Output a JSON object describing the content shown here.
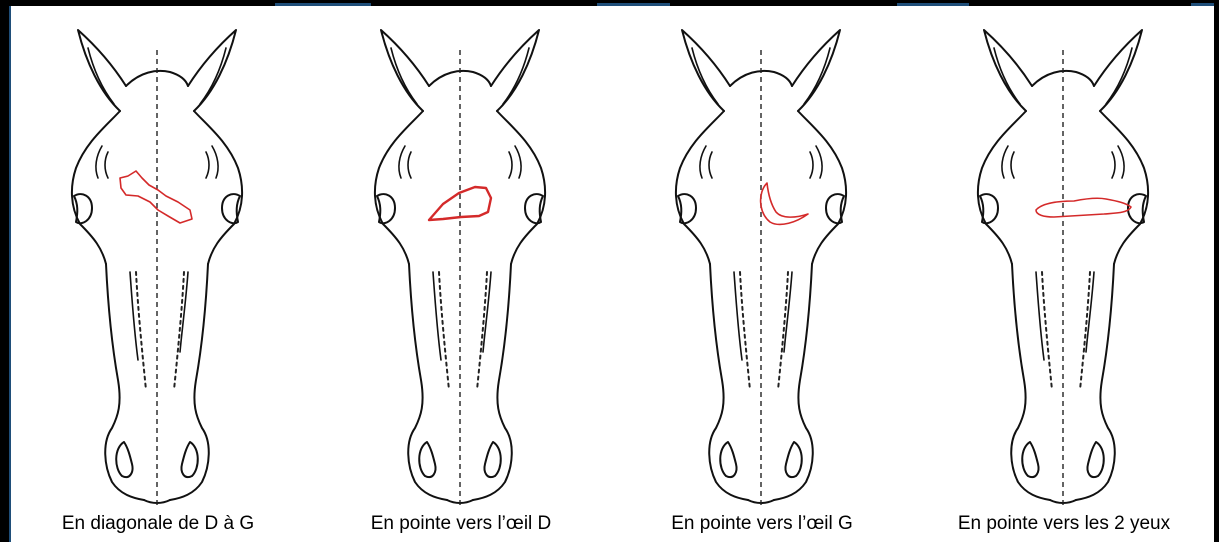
{
  "colors": {
    "outline": "#111111",
    "marking": "#d42a2a",
    "border": "#000000",
    "accent": "#1f4e79"
  },
  "panels": [
    {
      "caption": "En diagonale de D à G",
      "marking_shape": "diagonal"
    },
    {
      "caption": "En pointe vers l’œil D",
      "marking_shape": "point-right-eye"
    },
    {
      "caption": "En pointe vers l’œil G",
      "marking_shape": "crescent-left-eye"
    },
    {
      "caption": "En pointe vers les 2 yeux",
      "marking_shape": "horizontal-both-eyes"
    }
  ]
}
